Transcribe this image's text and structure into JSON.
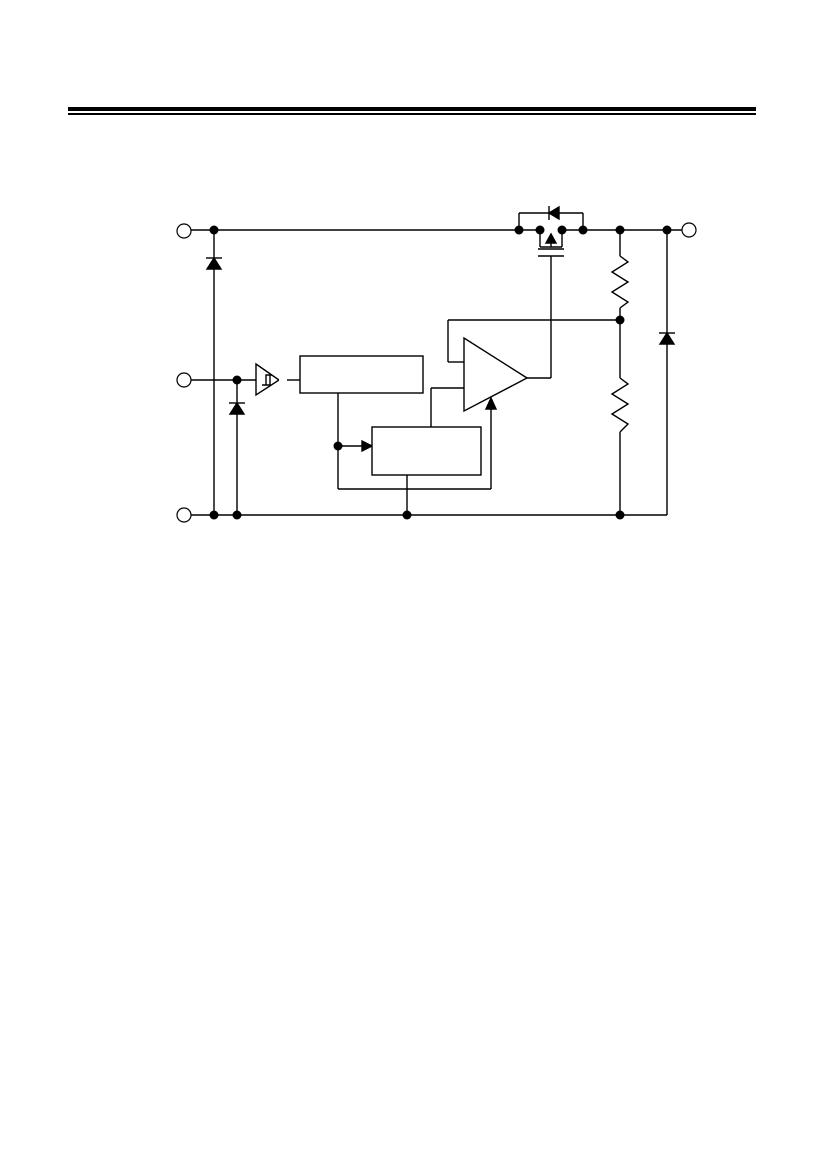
{
  "page": {
    "background": "#ffffff",
    "ink": "#000000"
  },
  "header": {
    "rule_style": "double-line"
  },
  "diagram": {
    "kind": "block-diagram-circuit",
    "labels": [],
    "components": [
      "input-terminal-top",
      "control-terminal-middle",
      "ground-terminal-bottom",
      "output-terminal",
      "esd-diode-input",
      "esd-diode-control",
      "esd-diode-output",
      "schmitt-trigger-inverter",
      "control-logic-block",
      "reference-block",
      "error-amplifier",
      "pass-transistor-pmos",
      "feedback-resistor-upper",
      "feedback-resistor-lower"
    ]
  }
}
